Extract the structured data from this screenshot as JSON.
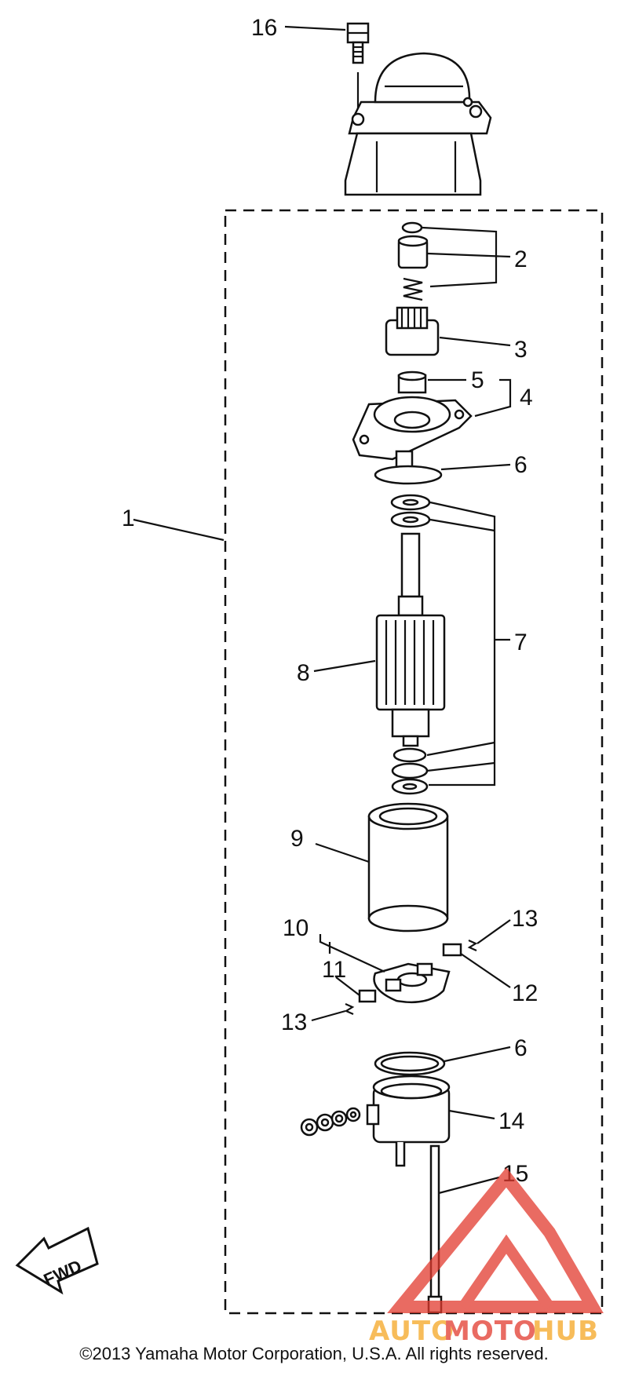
{
  "labels": {
    "l1": "1",
    "l2": "2",
    "l3": "3",
    "l4": "4",
    "l5": "5",
    "l6a": "6",
    "l6b": "6",
    "l7": "7",
    "l8": "8",
    "l9": "9",
    "l10": "10",
    "l11": "11",
    "l12": "12",
    "l13a": "13",
    "l13b": "13",
    "l14": "14",
    "l15": "15",
    "l16": "16"
  },
  "fwd_label": "FWD",
  "watermark": {
    "part1": "AUTO",
    "part2": "MOTO",
    "part3": "HUB"
  },
  "copyright": "©2013 Yamaha Motor Corporation, U.S.A. All rights reserved.",
  "colors": {
    "line": "#111111",
    "watermark_red": "#e23a2e",
    "watermark_orange": "#f5a623"
  }
}
